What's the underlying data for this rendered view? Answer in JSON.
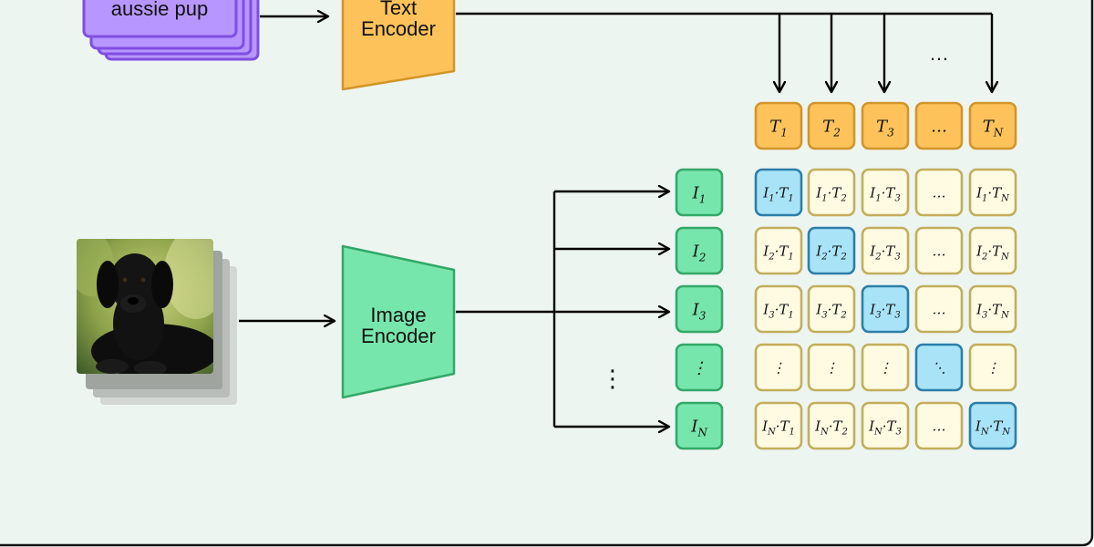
{
  "caption_card": {
    "label": "aussie pup"
  },
  "text_encoder": {
    "line1": "Text",
    "line2": "Encoder"
  },
  "image_encoder": {
    "line1": "Image",
    "line2": "Encoder"
  },
  "text_tokens": [
    {
      "base": "T",
      "sub": "1"
    },
    {
      "base": "T",
      "sub": "2"
    },
    {
      "base": "T",
      "sub": "3"
    },
    {
      "base": "…",
      "sub": ""
    },
    {
      "base": "T",
      "sub": "N"
    }
  ],
  "image_tokens": [
    {
      "base": "I",
      "sub": "1"
    },
    {
      "base": "I",
      "sub": "2"
    },
    {
      "base": "I",
      "sub": "3"
    },
    {
      "base": "⋮",
      "sub": ""
    },
    {
      "base": "I",
      "sub": "N"
    }
  ],
  "matrix_rows": [
    [
      "I1·T1",
      "I1·T2",
      "I1·T3",
      "…",
      "I1·TN"
    ],
    [
      "I2·T1",
      "I2·T2",
      "I2·T3",
      "…",
      "I2·TN"
    ],
    [
      "I3·T1",
      "I3·T2",
      "I3·T3",
      "…",
      "I3·TN"
    ],
    [
      "⋮",
      "⋮",
      "⋮",
      "⋱",
      "⋮"
    ],
    [
      "IN·T1",
      "IN·T2",
      "IN·T3",
      "…",
      "IN·TN"
    ]
  ],
  "ellipsis_text_arrows": "…",
  "ellipsis_image_arrows": "⋮",
  "colors": {
    "panel_bg": "#edf5f1",
    "text_orange": "#fdc35a",
    "text_orange_border": "#d2952a",
    "image_green": "#77e6ac",
    "image_green_border": "#33a868",
    "matrix_cell": "#fffbe3",
    "matrix_border": "#c2ae5c",
    "diagonal_blue": "#a8e3f7",
    "diagonal_border": "#2d7ea8",
    "caption_purple": "#b896ff",
    "caption_border": "#7e4fe0"
  }
}
